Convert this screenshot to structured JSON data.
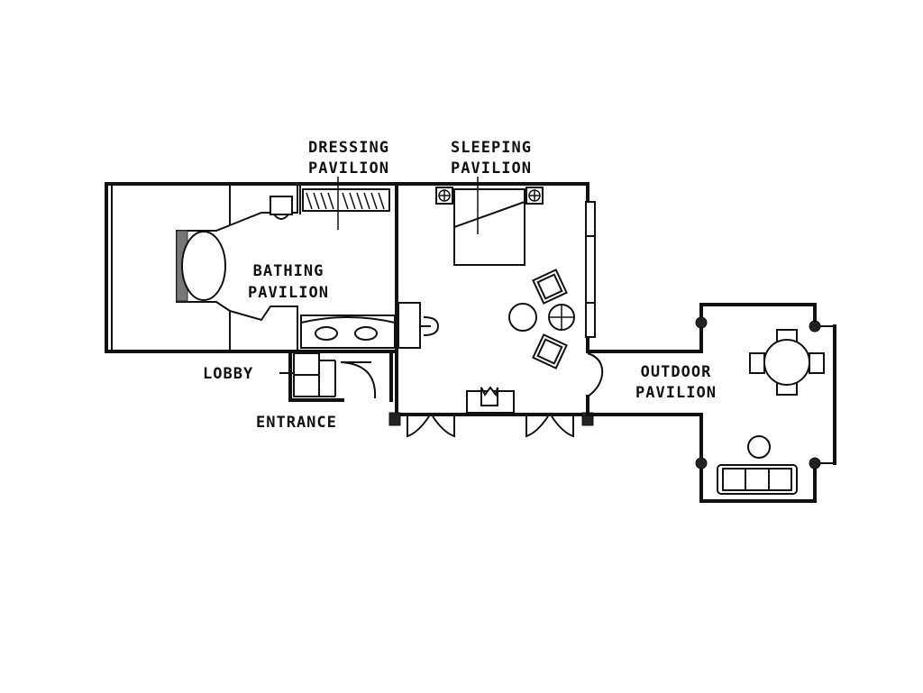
{
  "labels": {
    "dressing_line1": "DRESSING",
    "dressing_line2": "PAVILION",
    "sleeping_line1": "SLEEPING",
    "sleeping_line2": "PAVILION",
    "bathing_line1": "BATHING",
    "bathing_line2": "PAVILION",
    "outdoor_line1": "OUTDOOR",
    "outdoor_line2": "PAVILION",
    "lobby": "LOBBY",
    "entrance": "ENTRANCE"
  },
  "colors": {
    "ink": "#111111",
    "background": "#ffffff"
  }
}
